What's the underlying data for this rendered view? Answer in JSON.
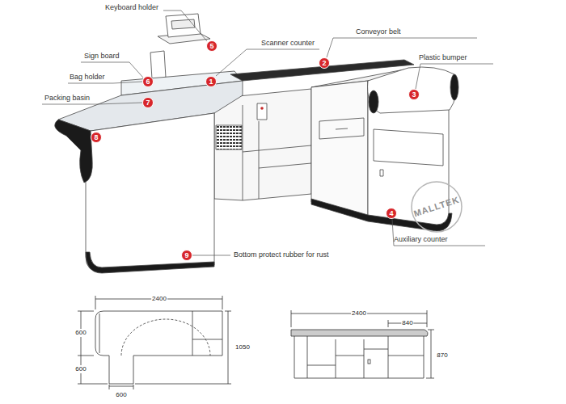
{
  "diagram": {
    "nodes": [
      {
        "text": [
          "5"
        ]
      },
      {
        "text": [
          "2"
        ]
      },
      {
        "text": [
          "6"
        ]
      },
      {
        "text": [
          "1"
        ]
      },
      {
        "text": [
          "3"
        ]
      },
      {
        "text": [
          "7"
        ]
      },
      {
        "text": [
          "8"
        ]
      },
      {
        "text": [
          "4"
        ]
      },
      {
        "text": [
          "9"
        ]
      }
    ],
    "labels": [
      "Keyboard holder",
      "Conveyor belt",
      "Scanner counter",
      "Sign board",
      "Plastic bumper",
      "Bag holder",
      "Packing basin",
      "MALLTEK",
      "Auxiliary counter",
      "Bottom protect rubber for rust",
      "2400",
      "2400",
      "600",
      "840",
      "1050",
      "600",
      "870",
      "600"
    ]
  }
}
